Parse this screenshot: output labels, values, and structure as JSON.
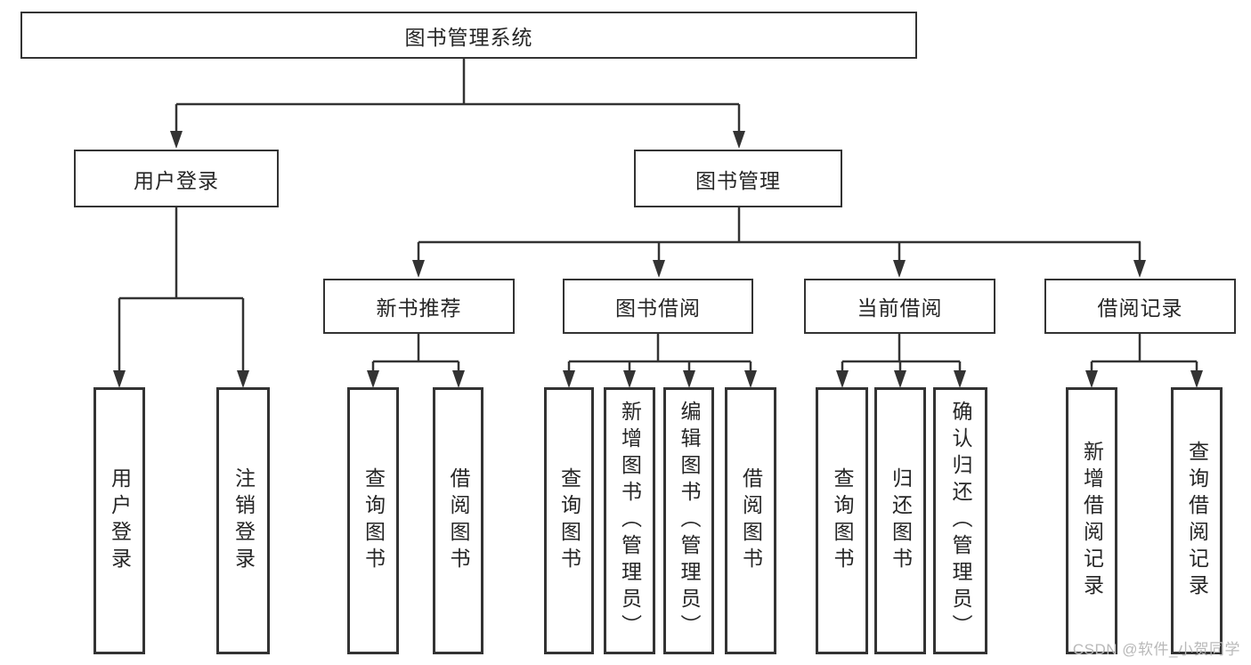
{
  "diagram_type": "function-structure-tree",
  "tree": {
    "label": "图书管理系统",
    "children": [
      {
        "label": "用户登录",
        "children": [
          {
            "label": "用户登录"
          },
          {
            "label": "注销登录"
          }
        ]
      },
      {
        "label": "图书管理",
        "children": [
          {
            "label": "新书推荐",
            "children": [
              {
                "label": "查询图书"
              },
              {
                "label": "借阅图书"
              }
            ]
          },
          {
            "label": "图书借阅",
            "children": [
              {
                "label": "查询图书"
              },
              {
                "label": "新增图书（管理员）"
              },
              {
                "label": "编辑图书（管理员）"
              },
              {
                "label": "借阅图书"
              }
            ]
          },
          {
            "label": "当前借阅",
            "children": [
              {
                "label": "查询图书"
              },
              {
                "label": "归还图书"
              },
              {
                "label": "确认归还（管理员）"
              }
            ]
          },
          {
            "label": "借阅记录",
            "children": [
              {
                "label": "新增借阅记录"
              },
              {
                "label": "查询借阅记录"
              }
            ]
          }
        ]
      }
    ]
  },
  "watermark": {
    "text": "CSDN @软件_小贺同学"
  },
  "colors": {
    "line": "#333333",
    "box_border": "#333333",
    "box_fill": "#ffffff",
    "text": "#262626",
    "background": "#ffffff",
    "watermark": "#b9b9b9"
  }
}
